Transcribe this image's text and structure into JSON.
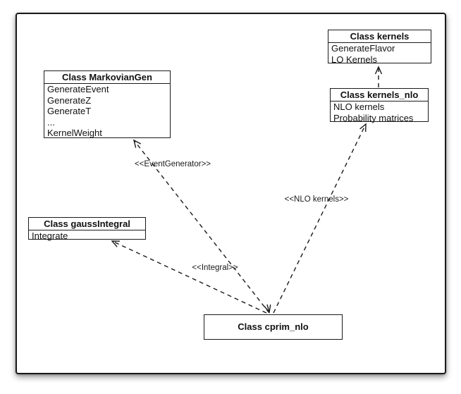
{
  "diagram": {
    "background_color": "#ffffff",
    "frame_border_color": "#1a1a1a",
    "line_color": "#1a1a1a",
    "classes": {
      "markoviangen": {
        "title": "Class MarkovianGen",
        "members": [
          "GenerateEvent",
          "GenerateZ",
          "GenerateT",
          "...",
          "KernelWeight"
        ]
      },
      "kernels": {
        "title": "Class kernels",
        "members": [
          "GenerateFlavor",
          "LO Kernels"
        ]
      },
      "kernels_nlo": {
        "title": "Class kernels_nlo",
        "members": [
          "NLO kernels",
          "Probability matrices"
        ]
      },
      "gaussintegral": {
        "title": "Class gaussIntegral",
        "members": [
          "Integrate"
        ]
      },
      "cprim_nlo": {
        "title": "Class cprim_nlo",
        "members": []
      }
    },
    "dependencies": [
      {
        "from": "cprim_nlo",
        "to": "MarkovianGen",
        "label": "<<EventGenerator>>"
      },
      {
        "from": "cprim_nlo",
        "to": "gaussIntegral",
        "label": "<<Integral>>"
      },
      {
        "from": "cprim_nlo",
        "to": "kernels_nlo",
        "label": "<<NLO kernels>>"
      },
      {
        "from": "kernels_nlo",
        "to": "kernels",
        "label": ""
      }
    ]
  }
}
